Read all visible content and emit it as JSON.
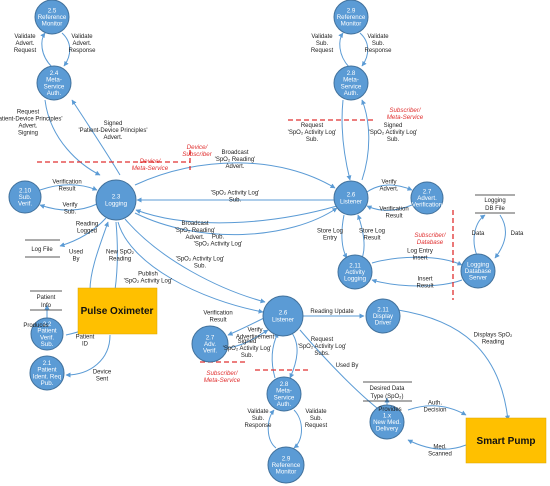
{
  "processes": [
    {
      "id": "p25",
      "lines": [
        "2.5",
        "Reference",
        "Monitor"
      ]
    },
    {
      "id": "p24",
      "lines": [
        "2.4",
        "Meta-",
        "Service",
        "Auth."
      ]
    },
    {
      "id": "p29a",
      "lines": [
        "2.9",
        "Reference",
        "Monitor"
      ]
    },
    {
      "id": "p28a",
      "lines": [
        "2.8",
        "Meta-",
        "Service",
        "Auth."
      ]
    },
    {
      "id": "p210",
      "lines": [
        "2.10",
        "Sub.",
        "Verif."
      ]
    },
    {
      "id": "p23",
      "lines": [
        "2.3",
        "Logging"
      ]
    },
    {
      "id": "p26a",
      "lines": [
        "2.6",
        "Listener"
      ]
    },
    {
      "id": "p27a",
      "lines": [
        "2.7",
        "Advert.",
        "Verification"
      ]
    },
    {
      "id": "p211a",
      "lines": [
        "2.11",
        "Activity",
        "Logging"
      ]
    },
    {
      "id": "p2db",
      "lines": [
        "Logging",
        "Database",
        "Server"
      ]
    },
    {
      "id": "p22",
      "lines": [
        "2.2",
        "Patient",
        "Verif.",
        "Sub."
      ]
    },
    {
      "id": "p21",
      "lines": [
        "2.1",
        "Patient",
        "Ident. Req",
        "Pub."
      ]
    },
    {
      "id": "p26b",
      "lines": [
        "2.6",
        "Listener"
      ]
    },
    {
      "id": "p27b",
      "lines": [
        "2.7",
        "Adv.",
        "Verif."
      ]
    },
    {
      "id": "p211b",
      "lines": [
        "2.11",
        "Display",
        "Driver"
      ]
    },
    {
      "id": "p28b",
      "lines": [
        "2.8",
        "Meta-",
        "Service",
        "Auth."
      ]
    },
    {
      "id": "p29b",
      "lines": [
        "2.9",
        "Reference",
        "Monitor"
      ]
    },
    {
      "id": "p1x",
      "lines": [
        "1.x",
        "New Med.",
        "Delivery"
      ]
    }
  ],
  "externals": [
    {
      "id": "pulse",
      "label": "Pulse Oximeter"
    },
    {
      "id": "pump",
      "label": "Smart Pump"
    }
  ],
  "stores": [
    {
      "id": "logfile",
      "lines": [
        "Log File"
      ]
    },
    {
      "id": "patinfo",
      "lines": [
        "Patient",
        "Info"
      ]
    },
    {
      "id": "dbfile",
      "lines": [
        "Logging",
        "DB File"
      ]
    },
    {
      "id": "desired",
      "lines": [
        "Desired Data",
        "Type (SpO₂)"
      ]
    }
  ],
  "edge_labels": [
    {
      "id": "e1",
      "lines": [
        "Validate",
        "Advert.",
        "Request"
      ]
    },
    {
      "id": "e2",
      "lines": [
        "Validate",
        "Advert.",
        "Response"
      ]
    },
    {
      "id": "e3",
      "lines": [
        "Validate",
        "Sub.",
        "Request"
      ]
    },
    {
      "id": "e4",
      "lines": [
        "Validate",
        "Sub.",
        "Response"
      ]
    },
    {
      "id": "e5",
      "lines": [
        "Request",
        "'Patient-Device Principles'",
        "Advert.",
        "Signing"
      ]
    },
    {
      "id": "e6",
      "lines": [
        "Signed",
        "'Patient-Device Principles'",
        "Advert."
      ]
    },
    {
      "id": "e7",
      "lines": [
        "Request",
        "'SpO₂ Activity Log'",
        "Sub."
      ]
    },
    {
      "id": "e8",
      "lines": [
        "Signed",
        "'SpO₂ Activity Log'",
        "Sub."
      ]
    },
    {
      "id": "e9",
      "lines": [
        "Broadcast",
        "'SpO₂ Reading'",
        "Advert."
      ]
    },
    {
      "id": "e10",
      "lines": [
        "'SpO₂ Activity Log'",
        "Sub."
      ]
    },
    {
      "id": "e11",
      "lines": [
        "Broadcast",
        "'SpO₂ Reading'",
        "Advert."
      ]
    },
    {
      "id": "e12",
      "lines": [
        "Pub.",
        "'SpO₂ Activity Log'"
      ]
    },
    {
      "id": "e13",
      "lines": [
        "Verification",
        "Result"
      ]
    },
    {
      "id": "e14",
      "lines": [
        "Verify",
        "Sub."
      ]
    },
    {
      "id": "e15",
      "lines": [
        "Verify",
        "Advert."
      ]
    },
    {
      "id": "e16",
      "lines": [
        "Verification",
        "Result"
      ]
    },
    {
      "id": "e17",
      "lines": [
        "Reading",
        "Logged"
      ]
    },
    {
      "id": "e18",
      "lines": [
        "Used",
        "By"
      ]
    },
    {
      "id": "e19",
      "lines": [
        "New SpO₂",
        "Reading"
      ]
    },
    {
      "id": "e20",
      "lines": [
        "'SpO₂ Activity Log'",
        "Sub."
      ]
    },
    {
      "id": "e21",
      "lines": [
        "Publish",
        "'SpO₂ Activity Log'"
      ]
    },
    {
      "id": "e22",
      "lines": [
        "Store Log",
        "Entry"
      ]
    },
    {
      "id": "e23",
      "lines": [
        "Store Log",
        "Result"
      ]
    },
    {
      "id": "e24",
      "lines": [
        "Log Entry",
        "Insert"
      ]
    },
    {
      "id": "e25",
      "lines": [
        "Insert",
        "Result"
      ]
    },
    {
      "id": "e26",
      "lines": [
        "Data"
      ]
    },
    {
      "id": "e27",
      "lines": [
        "Data"
      ]
    },
    {
      "id": "e28",
      "lines": [
        "Produces"
      ]
    },
    {
      "id": "e29",
      "lines": [
        "Patient",
        "ID"
      ]
    },
    {
      "id": "e30",
      "lines": [
        "Device",
        "Sent"
      ]
    },
    {
      "id": "e31",
      "lines": [
        "Verification",
        "Result"
      ]
    },
    {
      "id": "e32",
      "lines": [
        "Verify",
        "Advertisement"
      ]
    },
    {
      "id": "e33",
      "lines": [
        "Reading Update"
      ]
    },
    {
      "id": "e34",
      "lines": [
        "Signed",
        "'SpO₂ Activity Log'",
        "Sub."
      ]
    },
    {
      "id": "e35",
      "lines": [
        "Request",
        "'SpO₂ Activity Log'",
        "Subs."
      ]
    },
    {
      "id": "e36",
      "lines": [
        "Used By"
      ]
    },
    {
      "id": "e37",
      "lines": [
        "Displays SpO₂",
        "Reading"
      ]
    },
    {
      "id": "e38",
      "lines": [
        "Provides"
      ]
    },
    {
      "id": "e39",
      "lines": [
        "Auth.",
        "Decision"
      ]
    },
    {
      "id": "e40",
      "lines": [
        "Med.",
        "Scanned"
      ]
    },
    {
      "id": "e41",
      "lines": [
        "Validate",
        "Sub.",
        "Response"
      ]
    },
    {
      "id": "e42",
      "lines": [
        "Validate",
        "Sub.",
        "Request"
      ]
    }
  ],
  "boundaries": [
    {
      "id": "b1",
      "lines": [
        "Device/",
        "Meta-Service"
      ]
    },
    {
      "id": "b2",
      "lines": [
        "Device/",
        "Subscriber"
      ]
    },
    {
      "id": "b3",
      "lines": [
        "Subscriber/",
        "Meta-Service"
      ]
    },
    {
      "id": "b4",
      "lines": [
        "Subscriber/",
        "Database"
      ]
    },
    {
      "id": "b5",
      "lines": [
        "Subscriber/",
        "Meta-Service"
      ]
    }
  ],
  "colors": {
    "process": "#5b9bd5",
    "external": "#ffc000",
    "boundary": "#e03030",
    "line": "#5b9bd5"
  }
}
